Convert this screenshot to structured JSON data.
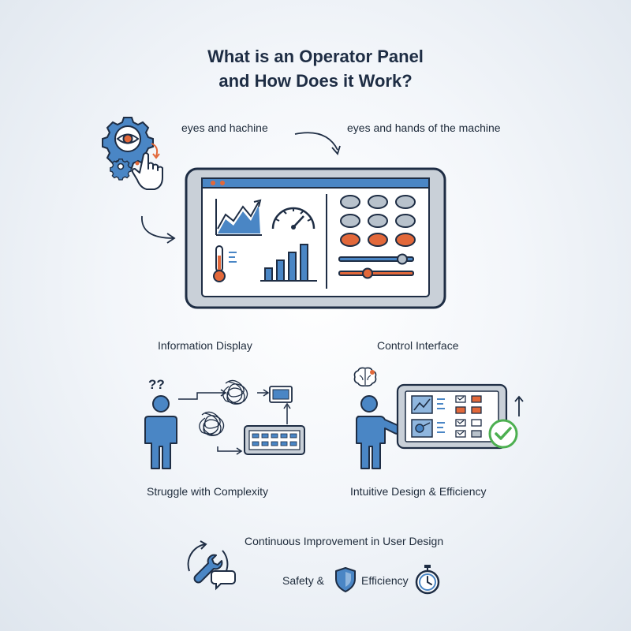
{
  "title": {
    "line1": "What is an Operator Panel",
    "line2": "and How Does it Work?"
  },
  "labels": {
    "eyes_machine": "eyes and hachine",
    "eyes_hands": "eyes and hands of the machine",
    "info_display": "Information Display",
    "control_interface": "Control Interface",
    "struggle": "Struggle with Complexity",
    "intuitive": "Intuitive Design & Efficiency",
    "continuous": "Continuous Improvement in User Design",
    "safety": "Safety &",
    "efficiency": "Efficiency",
    "question_marks": "??"
  },
  "colors": {
    "navy": "#1e2d44",
    "blue": "#4a86c5",
    "light_blue": "#8fb6de",
    "orange": "#e2683a",
    "gray": "#b8c2cc",
    "panel_frame": "#c9d0d8",
    "green": "#4caf50"
  },
  "icons": [
    "eye-gear-icon",
    "small-gear-icon",
    "hand-pointer-icon",
    "curved-arrow-icon",
    "line-chart-icon",
    "gauge-icon",
    "thermometer-icon",
    "bar-chart-icon",
    "person-icon",
    "tangle-icon",
    "brain-icon",
    "checkmark-icon",
    "wrench-icon",
    "chat-bubble-icon",
    "shield-icon",
    "stopwatch-icon"
  ]
}
